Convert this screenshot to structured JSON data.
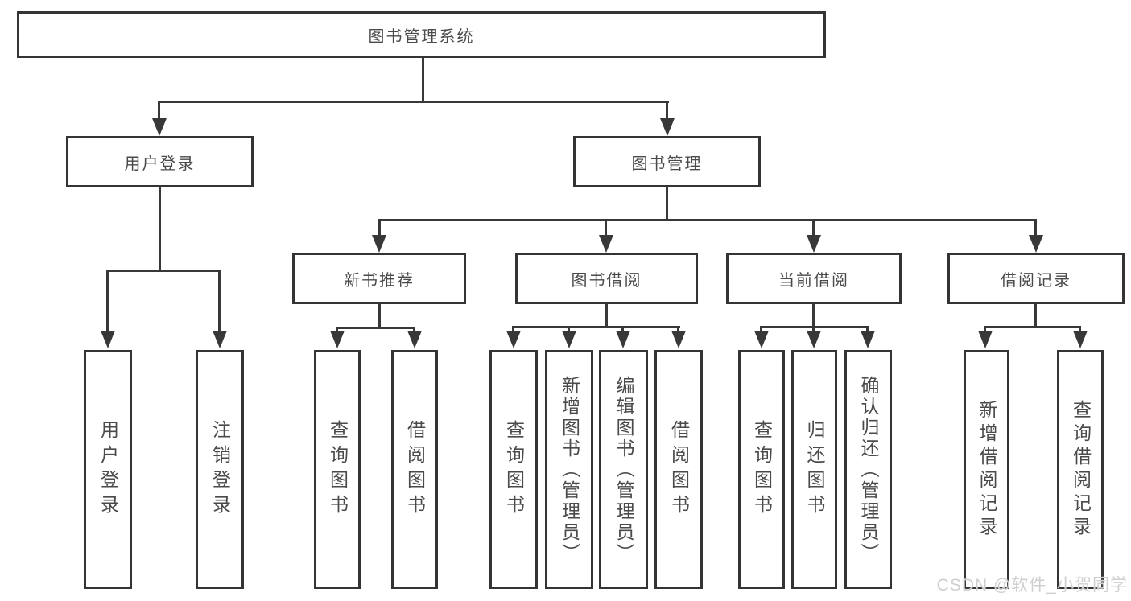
{
  "diagram": {
    "root": {
      "label": "图书管理系统"
    },
    "branches": [
      {
        "label": "用户登录",
        "children": [
          {
            "label": "用户登录"
          },
          {
            "label": "注销登录"
          }
        ]
      },
      {
        "label": "图书管理",
        "children": [
          {
            "label": "新书推荐",
            "children": [
              {
                "label": "查询图书"
              },
              {
                "label": "借阅图书"
              }
            ]
          },
          {
            "label": "图书借阅",
            "children": [
              {
                "label": "查询图书"
              },
              {
                "label": "新增图书（管理员）"
              },
              {
                "label": "编辑图书（管理员）"
              },
              {
                "label": "借阅图书"
              }
            ]
          },
          {
            "label": "当前借阅",
            "children": [
              {
                "label": "查询图书"
              },
              {
                "label": "归还图书"
              },
              {
                "label": "确认归还（管理员）"
              }
            ]
          },
          {
            "label": "借阅记录",
            "children": [
              {
                "label": "新增借阅记录"
              },
              {
                "label": "查询借阅记录"
              }
            ]
          }
        ]
      }
    ]
  },
  "watermark": {
    "text": "CSDN @软件_小贺同学",
    "color": "#cfcfcf"
  },
  "colors": {
    "line": "#383838",
    "box_border": "#343434",
    "box_bg": "#ffffff",
    "text": "#4a4a4a",
    "background": "#ffffff"
  }
}
